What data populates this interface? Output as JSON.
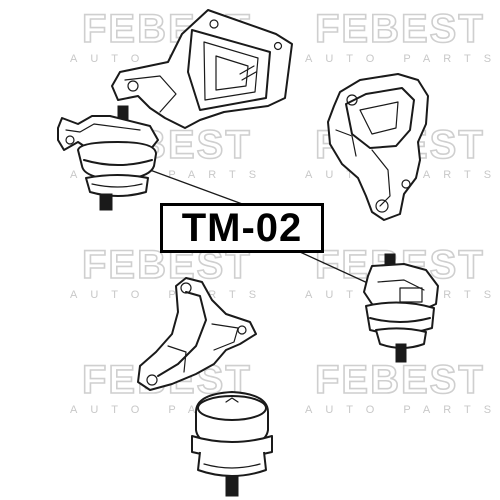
{
  "watermark": {
    "brand": "FEBEST",
    "tagline": "AUTO PARTS"
  },
  "part_label": "TM-02"
}
